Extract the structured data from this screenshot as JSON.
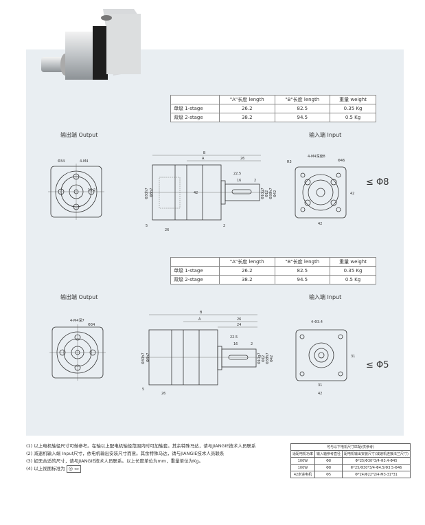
{
  "spec_tables": [
    {
      "headers": [
        "",
        "\"A\"长度 length",
        "\"B\"长度 length",
        "重量 weight"
      ],
      "rows": [
        [
          "单级 1-stage",
          "26.2",
          "82.5",
          "0.35 Kg"
        ],
        [
          "双级 2-stage",
          "38.2",
          "94.5",
          "0.5 Kg"
        ]
      ]
    },
    {
      "headers": [
        "",
        "\"A\"长度 length",
        "\"B\"长度 length",
        "重量 weight"
      ],
      "rows": [
        [
          "单级 1-stage",
          "26.2",
          "82.5",
          "0.35 Kg"
        ],
        [
          "双级 2-stage",
          "38.2",
          "94.5",
          "0.5 Kg"
        ]
      ]
    }
  ],
  "sections": [
    {
      "output_label": "输出端 Output",
      "input_label": "输入端 Input",
      "shaft_limit": "≤ Φ8",
      "dims": {
        "output": [
          "Φ34",
          "4-M4",
          "13.2"
        ],
        "side": [
          "B",
          "A",
          "26",
          "22.5",
          "16",
          "2",
          "42",
          "Φ30h7",
          "Φ8h7",
          "Φ10g7",
          "Φ12",
          "Φ38h7",
          "Φ42",
          "5",
          "26",
          "2"
        ],
        "input": [
          "R3",
          "4-M4深度8",
          "Φ46",
          "42",
          "42"
        ]
      }
    },
    {
      "output_label": "输出端 Output",
      "input_label": "输入端 Input",
      "shaft_limit": "≤ Φ5",
      "dims": {
        "output": [
          "4-M4深7",
          "Φ34"
        ],
        "side": [
          "B",
          "A",
          "26",
          "24",
          "22.5",
          "16",
          "2",
          "Φ30h7",
          "Φ8h7",
          "Φ10g7",
          "Φ12",
          "Φ38h7",
          "Φ42",
          "5",
          "26"
        ],
        "input": [
          "4-Φ3.4",
          "31",
          "31",
          "42"
        ]
      }
    }
  ],
  "notes": [
    "(1) 以上电机轴径尺寸可做参考。在轴以上配电机轴径范围内时可加轴套。其余特殊马达，请与JIANGIE技术人员联系",
    "(2) 减速机输入端 Input尺寸，依电机输出安装尺寸而意。其余特殊马达，请与JIANGIE技术人员联系",
    "(3) 如无合适的尺寸，请与JIANGIE技术人员联系。以上长度单位为mm，重量单位为Kg。",
    "(4) 以上视图标准为"
  ],
  "ref_table": {
    "title": "可与以下电机尺寸匹配(供参考)",
    "headers": [
      "适配电机功率",
      "输入轴参考直径",
      "配电机输出安装尺寸(减速机连接法兰尺寸)"
    ],
    "rows": [
      [
        "100W",
        "Φ8",
        "Φ*25/Φ30*3/4-Φ3.4-Φ45"
      ],
      [
        "100W",
        "Φ8",
        "Φ*25/Φ30*3/4-Φ4.5/Φ3.5-Φ46"
      ],
      [
        "42步进电机",
        "Φ5",
        "Φ*24/Φ22*2/4-M3-31*31"
      ]
    ]
  }
}
